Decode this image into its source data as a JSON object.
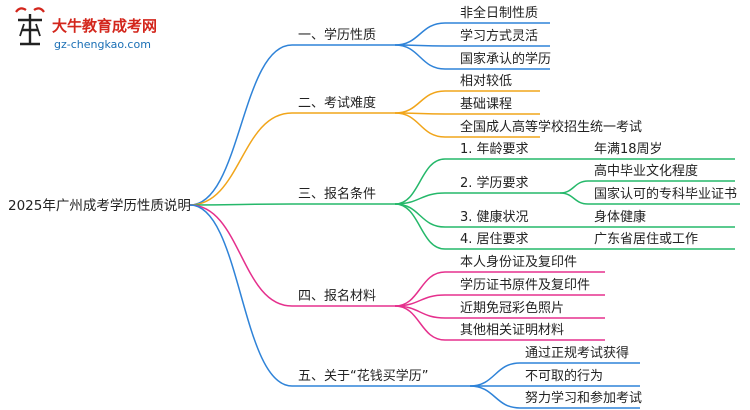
{
  "logo": {
    "title": "大牛教育成考网",
    "url": "gz-chengkao.com"
  },
  "root": "2025年广州成考学历性质说明",
  "colors": {
    "blue": "#2f83d8",
    "orange": "#f1a51a",
    "green": "#25b86a",
    "pink": "#e5308d"
  },
  "branches": [
    {
      "label": "一、学历性质",
      "color": "blue",
      "children": [
        {
          "label": "非全日制性质"
        },
        {
          "label": "学习方式灵活"
        },
        {
          "label": "国家承认的学历"
        }
      ]
    },
    {
      "label": "二、考试难度",
      "color": "orange",
      "children": [
        {
          "label": "相对较低"
        },
        {
          "label": "基础课程"
        },
        {
          "label": "全国成人高等学校招生统一考试"
        }
      ]
    },
    {
      "label": "三、报名条件",
      "color": "green",
      "children": [
        {
          "label": "1. 年龄要求",
          "children": [
            "年满18周岁"
          ]
        },
        {
          "label": "2. 学历要求",
          "children": [
            "高中毕业文化程度",
            "国家认可的专科毕业证书"
          ]
        },
        {
          "label": "3. 健康状况",
          "children": [
            "身体健康"
          ]
        },
        {
          "label": "4. 居住要求",
          "children": [
            "广东省居住或工作"
          ]
        }
      ]
    },
    {
      "label": "四、报名材料",
      "color": "pink",
      "children": [
        {
          "label": "本人身份证及复印件"
        },
        {
          "label": "学历证书原件及复印件"
        },
        {
          "label": "近期免冠彩色照片"
        },
        {
          "label": "其他相关证明材料"
        }
      ]
    },
    {
      "label": "五、关于“花钱买学历”",
      "color": "blue",
      "children": [
        {
          "label": "通过正规考试获得"
        },
        {
          "label": "不可取的行为"
        },
        {
          "label": "努力学习和参加考试"
        }
      ]
    }
  ]
}
